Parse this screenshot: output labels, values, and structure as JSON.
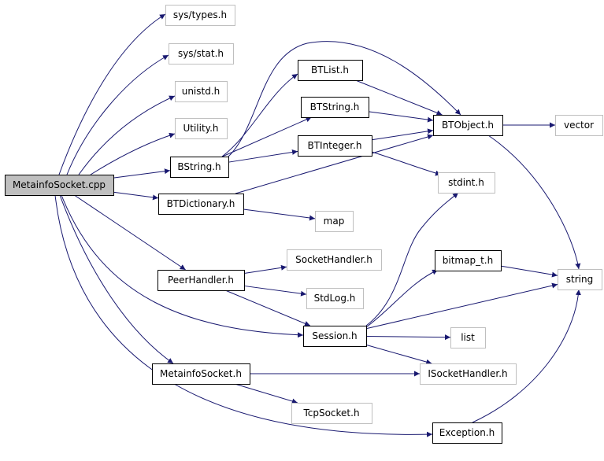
{
  "diagram": {
    "nodes": [
      {
        "id": "metainfosocket_cpp",
        "label": "MetainfoSocket.cpp",
        "kind": "root"
      },
      {
        "id": "sys_types_h",
        "label": "sys/types.h",
        "kind": "external"
      },
      {
        "id": "sys_stat_h",
        "label": "sys/stat.h",
        "kind": "external"
      },
      {
        "id": "unistd_h",
        "label": "unistd.h",
        "kind": "external"
      },
      {
        "id": "utility_h",
        "label": "Utility.h",
        "kind": "external"
      },
      {
        "id": "bstring_h",
        "label": "BString.h",
        "kind": "internal"
      },
      {
        "id": "btdictionary_h",
        "label": "BTDictionary.h",
        "kind": "internal"
      },
      {
        "id": "peerhandler_h",
        "label": "PeerHandler.h",
        "kind": "internal"
      },
      {
        "id": "metainfosocket_h",
        "label": "MetainfoSocket.h",
        "kind": "internal"
      },
      {
        "id": "btlist_h",
        "label": "BTList.h",
        "kind": "internal"
      },
      {
        "id": "btstring_h",
        "label": "BTString.h",
        "kind": "internal"
      },
      {
        "id": "btinteger_h",
        "label": "BTInteger.h",
        "kind": "internal"
      },
      {
        "id": "btobject_h",
        "label": "BTObject.h",
        "kind": "internal"
      },
      {
        "id": "vector",
        "label": "vector",
        "kind": "external"
      },
      {
        "id": "stdint_h",
        "label": "stdint.h",
        "kind": "external"
      },
      {
        "id": "map",
        "label": "map",
        "kind": "external"
      },
      {
        "id": "sockethandler_h",
        "label": "SocketHandler.h",
        "kind": "external"
      },
      {
        "id": "stdlog_h",
        "label": "StdLog.h",
        "kind": "external"
      },
      {
        "id": "session_h",
        "label": "Session.h",
        "kind": "internal"
      },
      {
        "id": "bitmap_t_h",
        "label": "bitmap_t.h",
        "kind": "internal"
      },
      {
        "id": "string",
        "label": "string",
        "kind": "external"
      },
      {
        "id": "list",
        "label": "list",
        "kind": "external"
      },
      {
        "id": "isockethandler_h",
        "label": "ISocketHandler.h",
        "kind": "external"
      },
      {
        "id": "tcpsocket_h",
        "label": "TcpSocket.h",
        "kind": "external"
      },
      {
        "id": "exception_h",
        "label": "Exception.h",
        "kind": "internal"
      }
    ],
    "edges": [
      [
        "metainfosocket_cpp",
        "sys_types_h"
      ],
      [
        "metainfosocket_cpp",
        "sys_stat_h"
      ],
      [
        "metainfosocket_cpp",
        "unistd_h"
      ],
      [
        "metainfosocket_cpp",
        "utility_h"
      ],
      [
        "metainfosocket_cpp",
        "bstring_h"
      ],
      [
        "metainfosocket_cpp",
        "btdictionary_h"
      ],
      [
        "metainfosocket_cpp",
        "peerhandler_h"
      ],
      [
        "metainfosocket_cpp",
        "session_h"
      ],
      [
        "metainfosocket_cpp",
        "metainfosocket_h"
      ],
      [
        "metainfosocket_cpp",
        "exception_h"
      ],
      [
        "bstring_h",
        "btlist_h"
      ],
      [
        "bstring_h",
        "btstring_h"
      ],
      [
        "bstring_h",
        "btinteger_h"
      ],
      [
        "bstring_h",
        "btobject_h"
      ],
      [
        "btlist_h",
        "btobject_h"
      ],
      [
        "btstring_h",
        "btobject_h"
      ],
      [
        "btinteger_h",
        "btobject_h"
      ],
      [
        "btinteger_h",
        "stdint_h"
      ],
      [
        "btobject_h",
        "vector"
      ],
      [
        "btobject_h",
        "string"
      ],
      [
        "btdictionary_h",
        "btobject_h"
      ],
      [
        "btdictionary_h",
        "map"
      ],
      [
        "peerhandler_h",
        "sockethandler_h"
      ],
      [
        "peerhandler_h",
        "stdlog_h"
      ],
      [
        "peerhandler_h",
        "session_h"
      ],
      [
        "session_h",
        "stdint_h"
      ],
      [
        "session_h",
        "bitmap_t_h"
      ],
      [
        "session_h",
        "string"
      ],
      [
        "session_h",
        "list"
      ],
      [
        "session_h",
        "isockethandler_h"
      ],
      [
        "bitmap_t_h",
        "string"
      ],
      [
        "metainfosocket_h",
        "isockethandler_h"
      ],
      [
        "metainfosocket_h",
        "tcpsocket_h"
      ],
      [
        "exception_h",
        "string"
      ]
    ]
  },
  "colors": {
    "root_fill": "#bfbfbf",
    "root_border": "#000000",
    "internal_border": "#000000",
    "external_border": "#bfbfbf",
    "edge": "#191970",
    "text": "#000000"
  }
}
